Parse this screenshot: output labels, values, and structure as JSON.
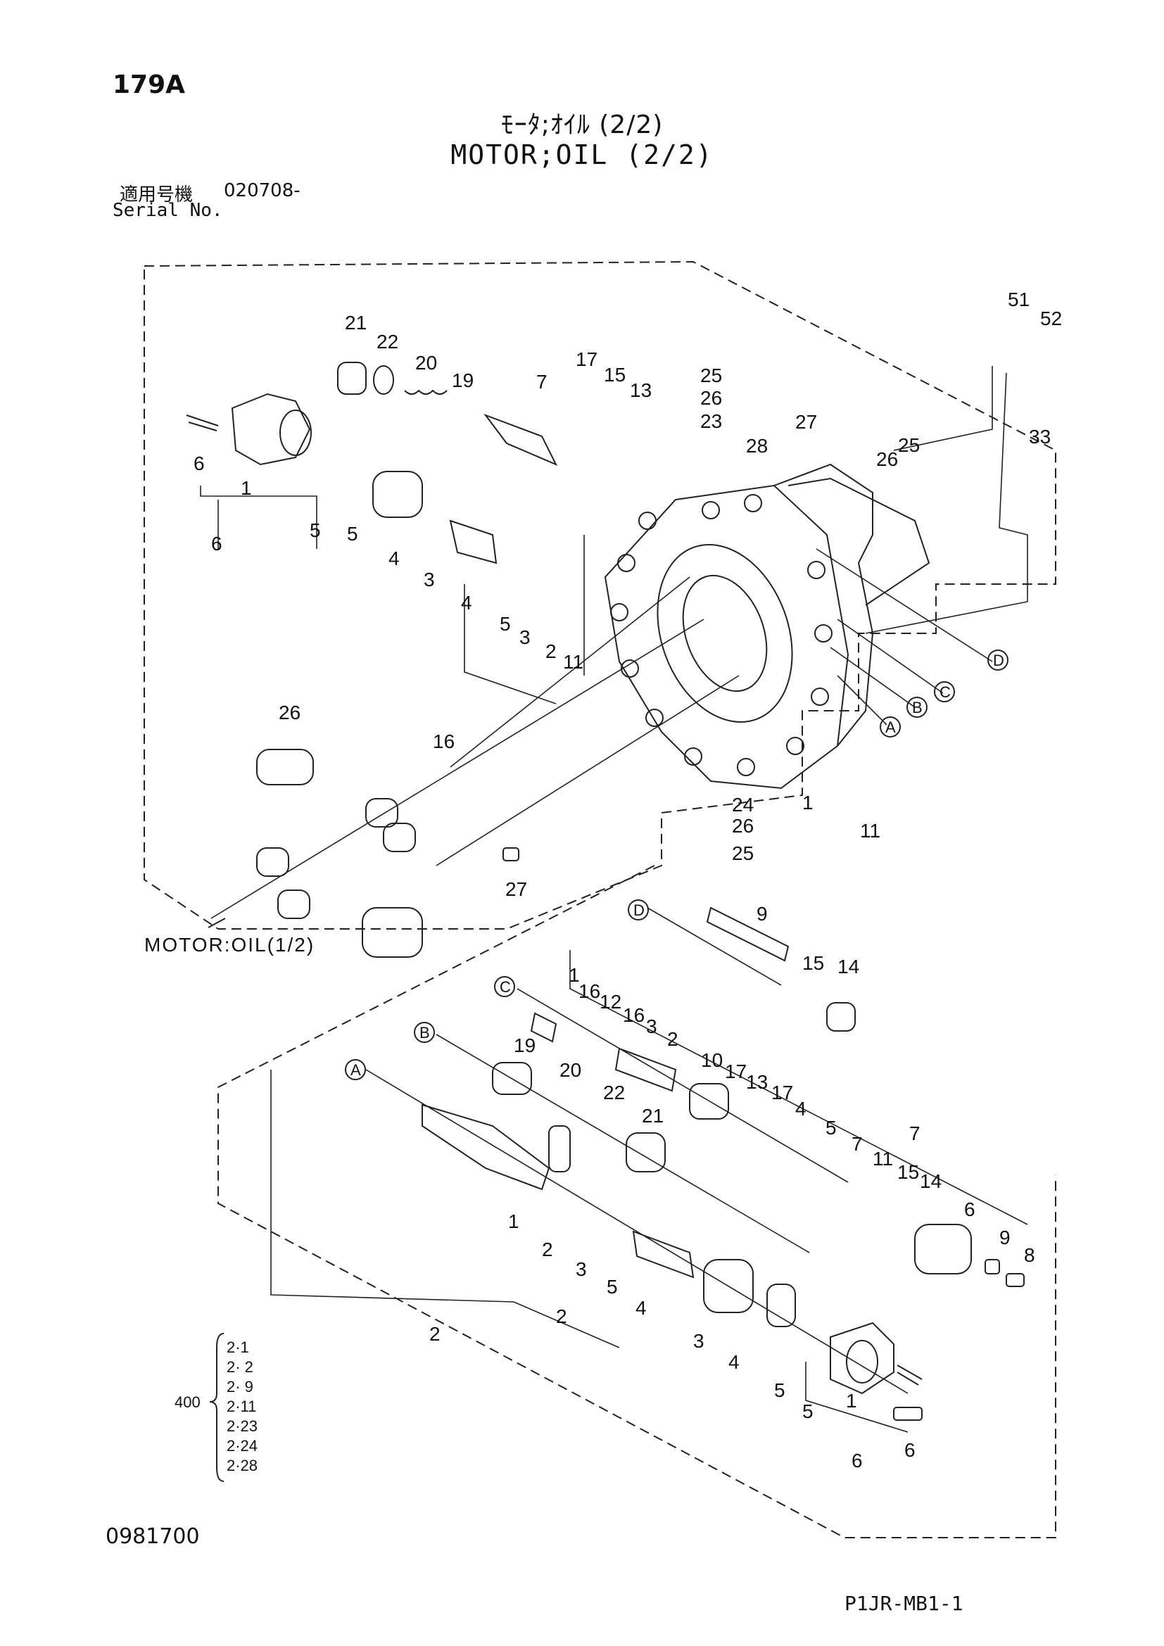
{
  "header": {
    "page_id": "179A",
    "title_jp": "ﾓｰﾀ;ｵｲﾙ (2/2)",
    "title_en": "MOTOR;OIL (2/2)",
    "serial_label_jp": "適用号機",
    "serial_value": "020708-",
    "serial_label_en": "Serial No."
  },
  "diagram": {
    "cross_reference": "MOTOR:OIL(1/2)",
    "circle_refs": [
      "A",
      "B",
      "C",
      "D"
    ],
    "set_group": {
      "number": "400",
      "items": [
        "2·1",
        "2· 2",
        "2· 9",
        "2·11",
        "2·23",
        "2·24",
        "2·28"
      ]
    },
    "callouts_upper": [
      "21",
      "22",
      "20",
      "19",
      "7",
      "17",
      "15",
      "13",
      "25",
      "26",
      "23",
      "27",
      "28",
      "51",
      "52",
      "33",
      "26",
      "25",
      "6",
      "1",
      "6",
      "5",
      "5",
      "4",
      "3",
      "4",
      "5",
      "3",
      "2",
      "11",
      "16",
      "26",
      "27",
      "24",
      "26",
      "25",
      "1",
      "11"
    ],
    "callouts_lower": [
      "9",
      "15",
      "14",
      "1",
      "16",
      "12",
      "16",
      "3",
      "2",
      "19",
      "20",
      "22",
      "21",
      "10",
      "17",
      "13",
      "17",
      "4",
      "5",
      "7",
      "11",
      "15",
      "14",
      "7",
      "6",
      "9",
      "8",
      "1",
      "2",
      "3",
      "5",
      "2",
      "4",
      "3",
      "4",
      "5",
      "5",
      "1",
      "6",
      "6",
      "2"
    ]
  },
  "footer": {
    "doc_number": "0981700",
    "page_code": "P1JR-MB1-1"
  }
}
